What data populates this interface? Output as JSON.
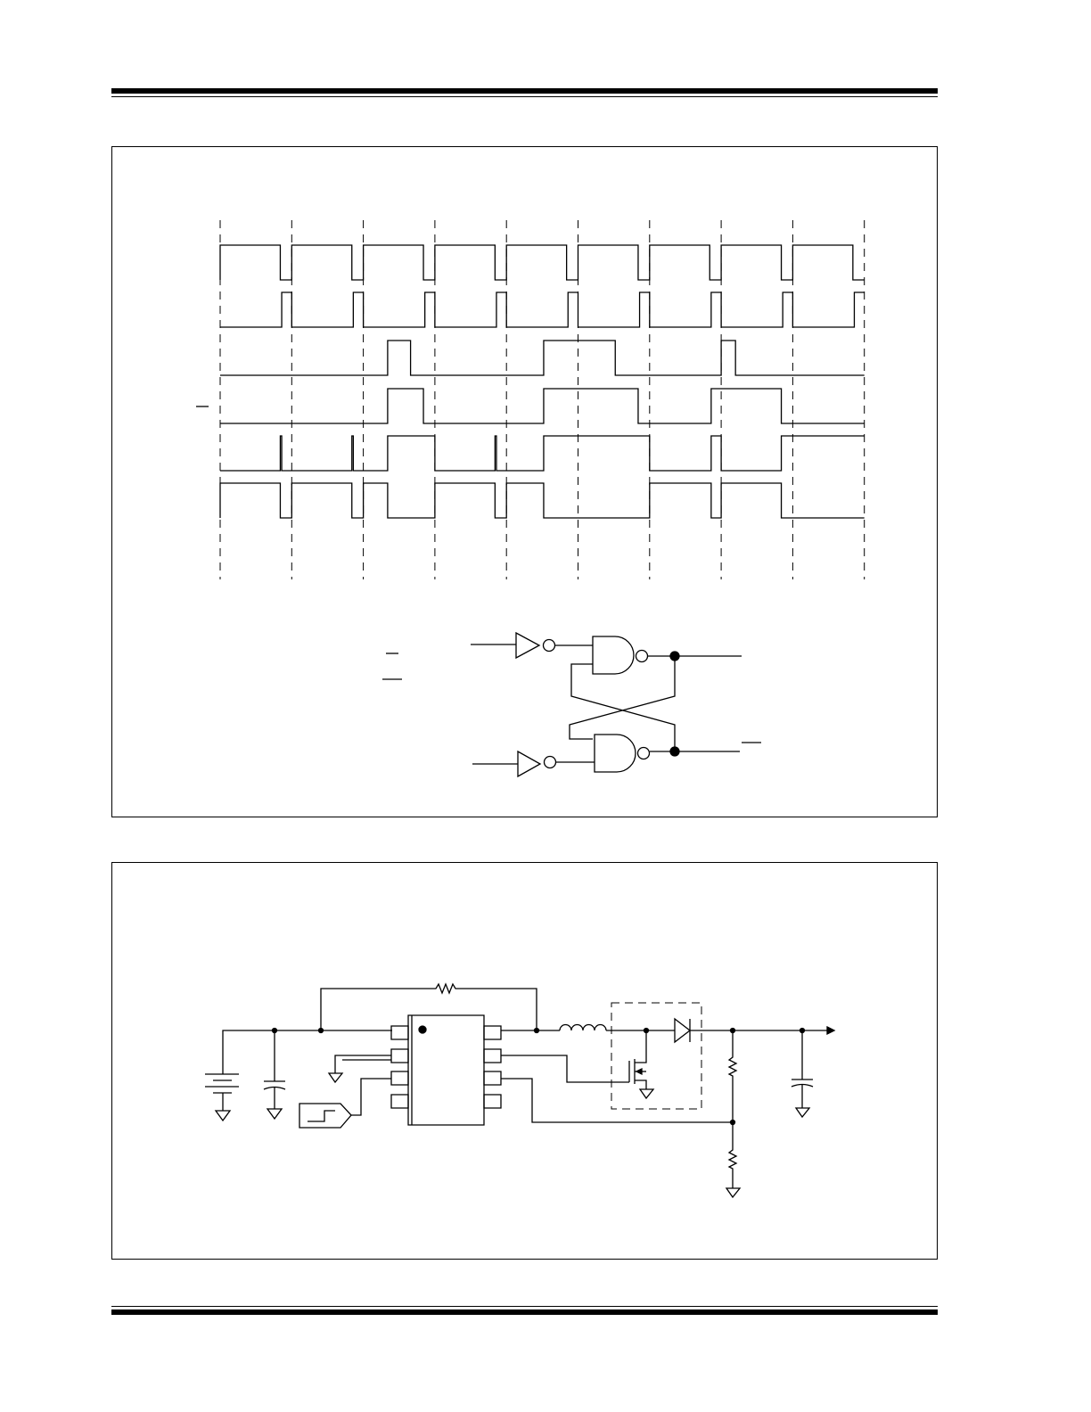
{
  "page": {
    "background": "#ffffff",
    "ink": "#000000"
  },
  "timing_diagram": {
    "signals": [
      {
        "high_intervals": [
          [
            0,
            0.84
          ],
          [
            1,
            1.84
          ],
          [
            2,
            2.84
          ],
          [
            3,
            3.84
          ],
          [
            4,
            4.84
          ],
          [
            5,
            5.84
          ],
          [
            6,
            6.84
          ],
          [
            7,
            7.84
          ],
          [
            8,
            8.84
          ]
        ]
      },
      {
        "high_intervals": [
          [
            0.86,
            1.0
          ],
          [
            1.86,
            2.0
          ],
          [
            2.86,
            3.0
          ],
          [
            3.86,
            4.0
          ],
          [
            4.86,
            5.0
          ],
          [
            5.86,
            6.0
          ],
          [
            6.86,
            7.0
          ],
          [
            7.86,
            8.0
          ],
          [
            8.86,
            9.0
          ]
        ]
      },
      {
        "high_intervals": [
          [
            2.34,
            2.66
          ],
          [
            4.52,
            5.52
          ],
          [
            7.0,
            7.2
          ]
        ]
      },
      {
        "high_intervals": [
          [
            2.34,
            2.84
          ],
          [
            4.52,
            5.84
          ],
          [
            6.86,
            7.84
          ]
        ]
      },
      {
        "high_intervals": [
          [
            0.84,
            0.86
          ],
          [
            1.84,
            1.86
          ],
          [
            2.34,
            3.0
          ],
          [
            3.84,
            3.86
          ],
          [
            4.52,
            6.0
          ],
          [
            6.86,
            7.0
          ],
          [
            7.84,
            9.0
          ]
        ]
      },
      {
        "high_intervals": [
          [
            0,
            0.84
          ],
          [
            1,
            1.84
          ],
          [
            2,
            2.34
          ],
          [
            3,
            3.84
          ],
          [
            4,
            4.52
          ],
          [
            6,
            6.86
          ],
          [
            7,
            7.84
          ]
        ]
      }
    ],
    "periods": 9
  },
  "logic_schematic": {
    "gates": [
      "inverter",
      "inverter",
      "nand",
      "nand"
    ],
    "junction_dots": 2
  },
  "application_schematic": {
    "ic_pins_per_side": 4,
    "pin1_marker": true,
    "components": [
      "battery",
      "input-capacitor",
      "feedback-resistor",
      "inductor",
      "mosfet",
      "schottky-diode",
      "divider-resistor-top",
      "divider-resistor-bottom",
      "output-capacitor",
      "signal-source"
    ]
  }
}
